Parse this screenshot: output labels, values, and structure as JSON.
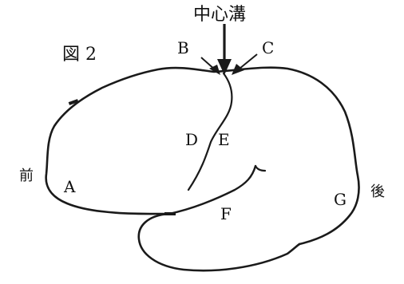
{
  "figure_label": "図 2",
  "central_sulcus_label": "中心溝",
  "front_label": "前",
  "back_label": "後",
  "region_labels": {
    "A": "A",
    "B": "B",
    "C": "C",
    "D": "D",
    "E": "E",
    "F": "F",
    "G": "G"
  },
  "colors": {
    "ink": "#1a1a1a",
    "background": "#ffffff"
  }
}
